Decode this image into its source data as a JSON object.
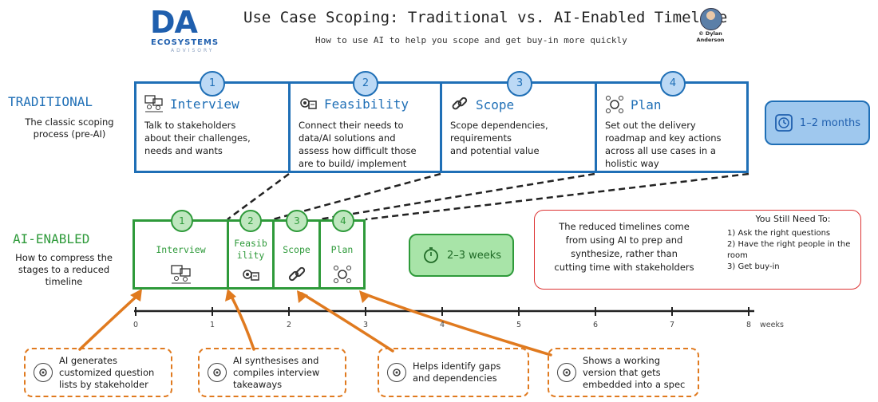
{
  "header": {
    "logo_da": "DA",
    "logo_eco": "ECOSYSTEMS",
    "logo_adv": "ADVISORY",
    "title": "Use Case Scoping: Traditional vs. AI-Enabled Timeline",
    "subtitle": "How to use AI to help you scope and get buy-in more quickly",
    "byline_1": "© Dylan",
    "byline_2": "Anderson"
  },
  "traditional": {
    "title": "TRADITIONAL",
    "desc": "The classic scoping process (pre-AI)",
    "duration": "1–2 months",
    "steps": [
      {
        "num": "1",
        "title": "Interview",
        "icon": "interview-icon",
        "body_lines": [
          "Talk to stakeholders",
          "about their challenges,",
          "needs and wants"
        ]
      },
      {
        "num": "2",
        "title": "Feasibility",
        "icon": "gear-chip-icon",
        "body_lines": [
          "Connect their needs to",
          "data/AI solutions and",
          "assess how difficult those",
          "are to build/ implement"
        ]
      },
      {
        "num": "3",
        "title": "Scope",
        "icon": "link-icon",
        "body_lines": [
          "Scope dependencies,",
          "requirements",
          "and potential value"
        ]
      },
      {
        "num": "4",
        "title": "Plan",
        "icon": "gears-icon",
        "body_lines": [
          "Set out the delivery",
          "roadmap and key actions",
          "across all use cases in a",
          "holistic way"
        ]
      }
    ]
  },
  "ai": {
    "title": "AI-ENABLED",
    "desc": "How to compress the stages to a reduced timeline",
    "duration": "2–3 weeks",
    "steps": [
      {
        "num": "1",
        "label": "Interview",
        "icon": "interview-icon"
      },
      {
        "num": "2",
        "label_lines": [
          "Feasib",
          "ility"
        ],
        "icon": "gear-chip-icon"
      },
      {
        "num": "3",
        "label": "Scope",
        "icon": "link-icon"
      },
      {
        "num": "4",
        "label": "Plan",
        "icon": "gears-icon"
      }
    ]
  },
  "note": {
    "left_lines": [
      "The reduced timelines come",
      "from using AI to prep and",
      "synthesize, rather than",
      "cutting time with stakeholders"
    ],
    "right_heading": "You Still Need To:",
    "right_items": [
      "1) Ask the right questions",
      "2) Have the right people in the room",
      "3) Get buy-in"
    ]
  },
  "axis": {
    "ticks": [
      "0",
      "1",
      "2",
      "3",
      "4",
      "5",
      "6",
      "7",
      "8"
    ],
    "unit": "weeks"
  },
  "callouts": [
    {
      "lines": [
        "AI generates",
        "customized question",
        "lists by stakeholder"
      ]
    },
    {
      "lines": [
        "AI synthesises and",
        "compiles interview",
        "takeaways"
      ]
    },
    {
      "lines": [
        "Helps identify gaps",
        "and dependencies"
      ]
    },
    {
      "lines": [
        "Shows a working",
        "version that gets",
        "embedded into a spec"
      ]
    }
  ],
  "colors": {
    "traditional_blue": "#1f6fb6",
    "ai_green": "#2e9a3a",
    "callout_orange": "#e07a1f",
    "note_red": "#d33333"
  }
}
